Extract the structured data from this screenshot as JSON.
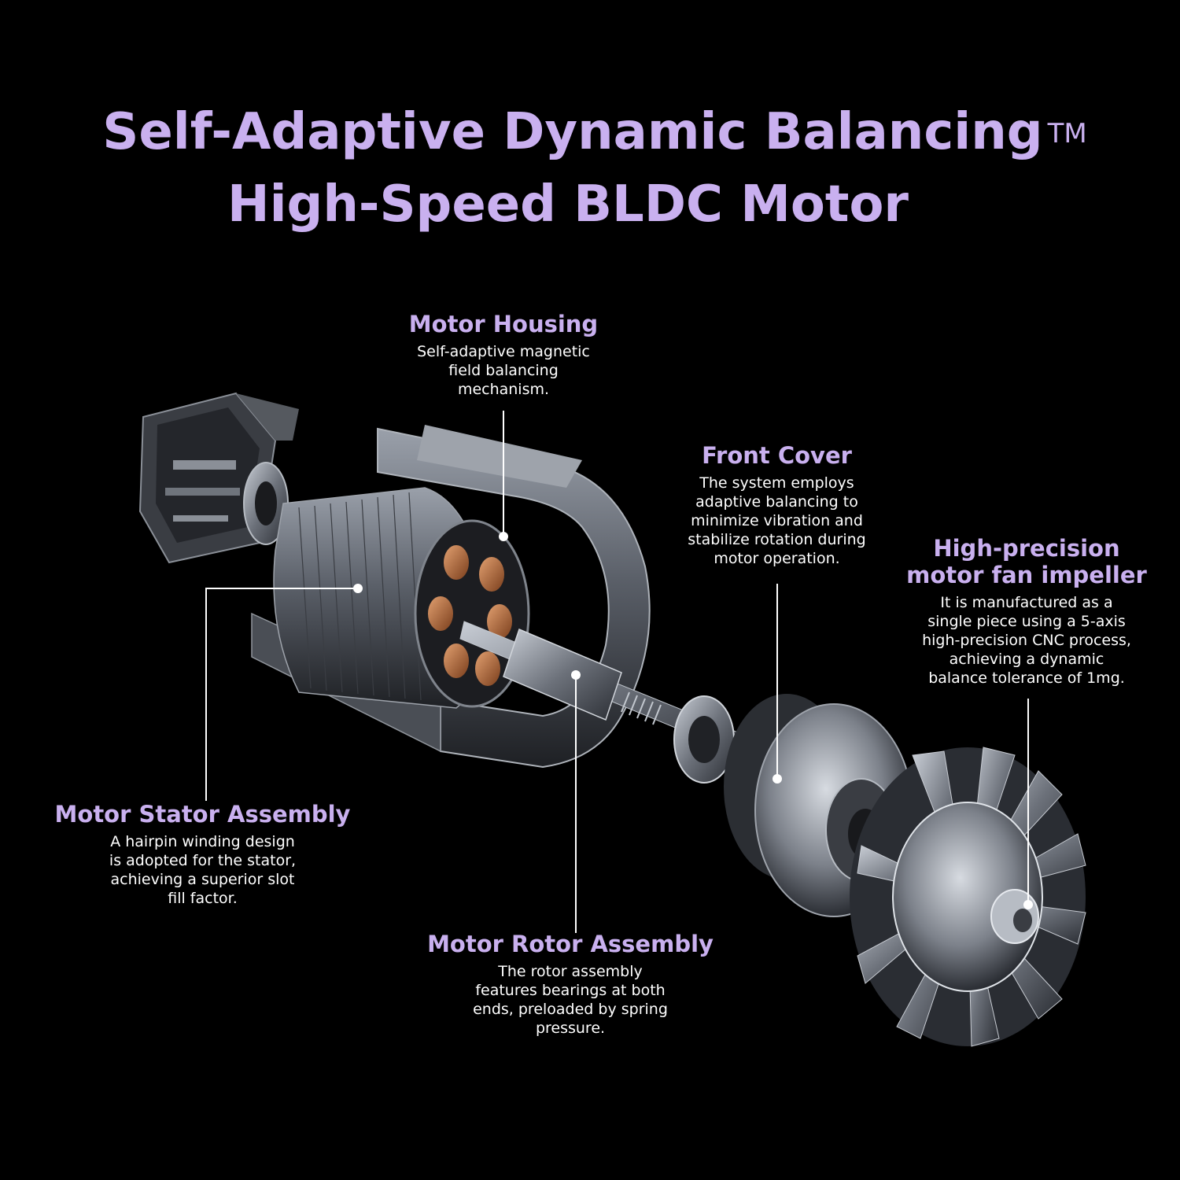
{
  "title": {
    "line1": "Self-Adaptive Dynamic Balancing",
    "trademark": "TM",
    "line2": "High-Speed BLDC Motor"
  },
  "callouts": {
    "housing": {
      "heading": "Motor Housing",
      "desc": [
        "Self-adaptive magnetic",
        "field balancing",
        "mechanism."
      ]
    },
    "front_cover": {
      "heading": "Front Cover",
      "desc": [
        "The system employs",
        "adaptive balancing to",
        "minimize vibration and",
        "stabilize rotation during",
        "motor operation."
      ]
    },
    "impeller": {
      "heading": [
        "High-precision",
        "motor fan impeller"
      ],
      "desc": [
        "It is manufactured as a",
        "single piece using a 5-axis",
        "high-precision CNC process,",
        "achieving a dynamic",
        "balance tolerance of 1mg."
      ]
    },
    "stator": {
      "heading": "Motor Stator Assembly",
      "desc": [
        "A hairpin winding design",
        "is adopted for the stator,",
        "achieving a superior slot",
        "fill factor."
      ]
    },
    "rotor": {
      "heading": "Motor Rotor Assembly",
      "desc": [
        "The rotor assembly",
        "features bearings at both",
        "ends, preloaded by spring",
        "pressure."
      ]
    }
  },
  "colors": {
    "accent": "#c9b0ef",
    "background": "#000000",
    "text": "#ffffff"
  }
}
